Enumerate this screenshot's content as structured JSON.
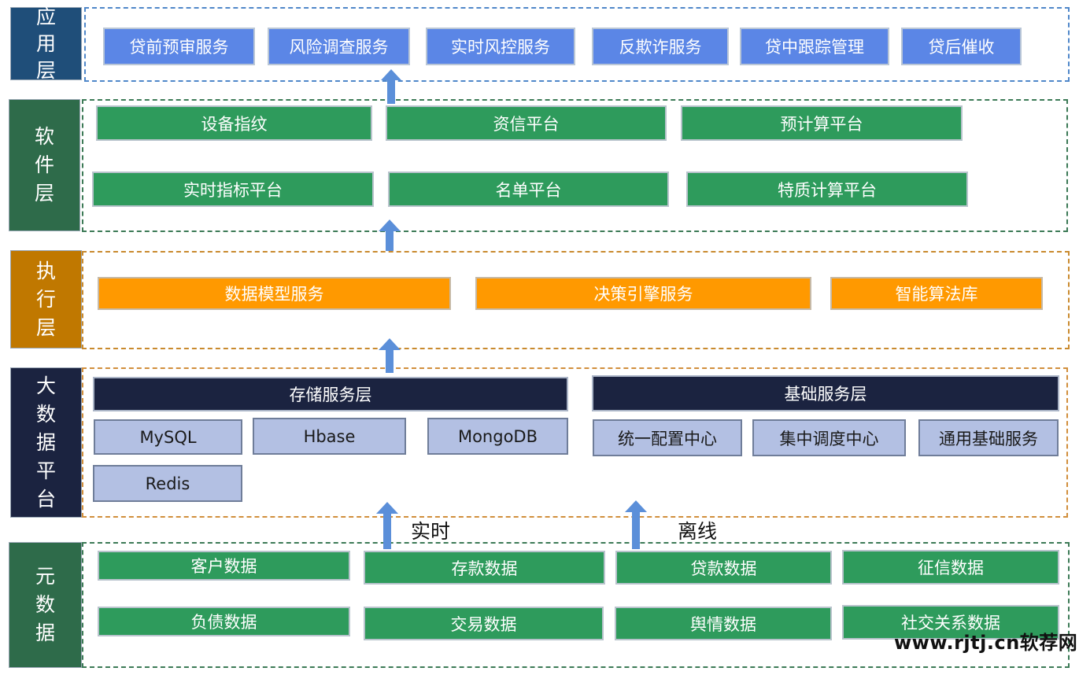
{
  "layers": {
    "application": {
      "label_chars": [
        "应",
        "用",
        "层"
      ],
      "color": "#1f4e79",
      "items": [
        "贷前预审服务",
        "风险调查服务",
        "实时风控服务",
        "反欺诈服务",
        "贷中跟踪管理",
        "贷后催收"
      ]
    },
    "software": {
      "label_chars": [
        "软",
        "件",
        "层"
      ],
      "color": "#2e6b4a",
      "row1": [
        "设备指纹",
        "资信平台",
        "预计算平台"
      ],
      "row2": [
        "实时指标平台",
        "名单平台",
        "特质计算平台"
      ]
    },
    "execution": {
      "label_chars": [
        "执",
        "行",
        "层"
      ],
      "color": "#c07800",
      "items": [
        "数据模型服务",
        "决策引擎服务",
        "智能算法库"
      ]
    },
    "bigdata": {
      "label_chars": [
        "大",
        "数",
        "据",
        "平",
        "台"
      ],
      "color": "#1b2340",
      "storage_title": "存储服务层",
      "storage_items": [
        "MySQL",
        "Hbase",
        "MongoDB",
        "Redis"
      ],
      "base_title": "基础服务层",
      "base_items": [
        "统一配置中心",
        "集中调度中心",
        "通用基础服务"
      ]
    },
    "source": {
      "label_chars": [
        "元",
        "数",
        "据"
      ],
      "color": "#2e6b4a",
      "row1": [
        "客户数据",
        "存款数据",
        "贷款数据",
        "征信数据"
      ],
      "row2": [
        "负债数据",
        "交易数据",
        "舆情数据",
        "社交关系数据"
      ]
    }
  },
  "flows": {
    "realtime": "实时",
    "offline": "离线"
  },
  "colors": {
    "arrow": "#5b8fd9",
    "blue_box": "#5b86e6",
    "green_box": "#2e9b5c",
    "orange_box": "#ff9900",
    "navy_box": "#1b2340",
    "lavender_box": "#b3c0e3"
  },
  "watermark": "www.rjtj.cn软荐网"
}
